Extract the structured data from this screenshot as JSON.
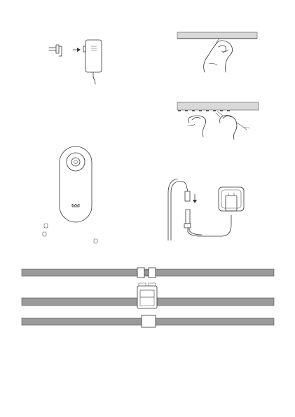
{
  "page": {
    "figures": [
      {
        "id": "adapter-plug",
        "icons": [
          "plug-icon",
          "arrow-right-icon",
          "power-adapter-icon"
        ]
      },
      {
        "id": "clean-surface",
        "icons": [
          "strip-mount-icon",
          "hand-icon"
        ]
      },
      {
        "id": "press-strip",
        "icons": [
          "strip-mount-icon",
          "hands-icon"
        ]
      },
      {
        "id": "remote-control",
        "icons": [
          "remote-icon",
          "button-icon",
          "yeelight-logo-icon"
        ]
      },
      {
        "id": "connect-power",
        "icons": [
          "connector-cable-icon",
          "arrow-down-icon",
          "wall-socket-icon"
        ]
      },
      {
        "id": "strip-connectors",
        "icons": [
          "light-strip-icon",
          "connector-icon"
        ]
      }
    ],
    "colors": {
      "line": "#333333",
      "strip_fill": "#9a9a9a",
      "background": "#ffffff"
    }
  }
}
